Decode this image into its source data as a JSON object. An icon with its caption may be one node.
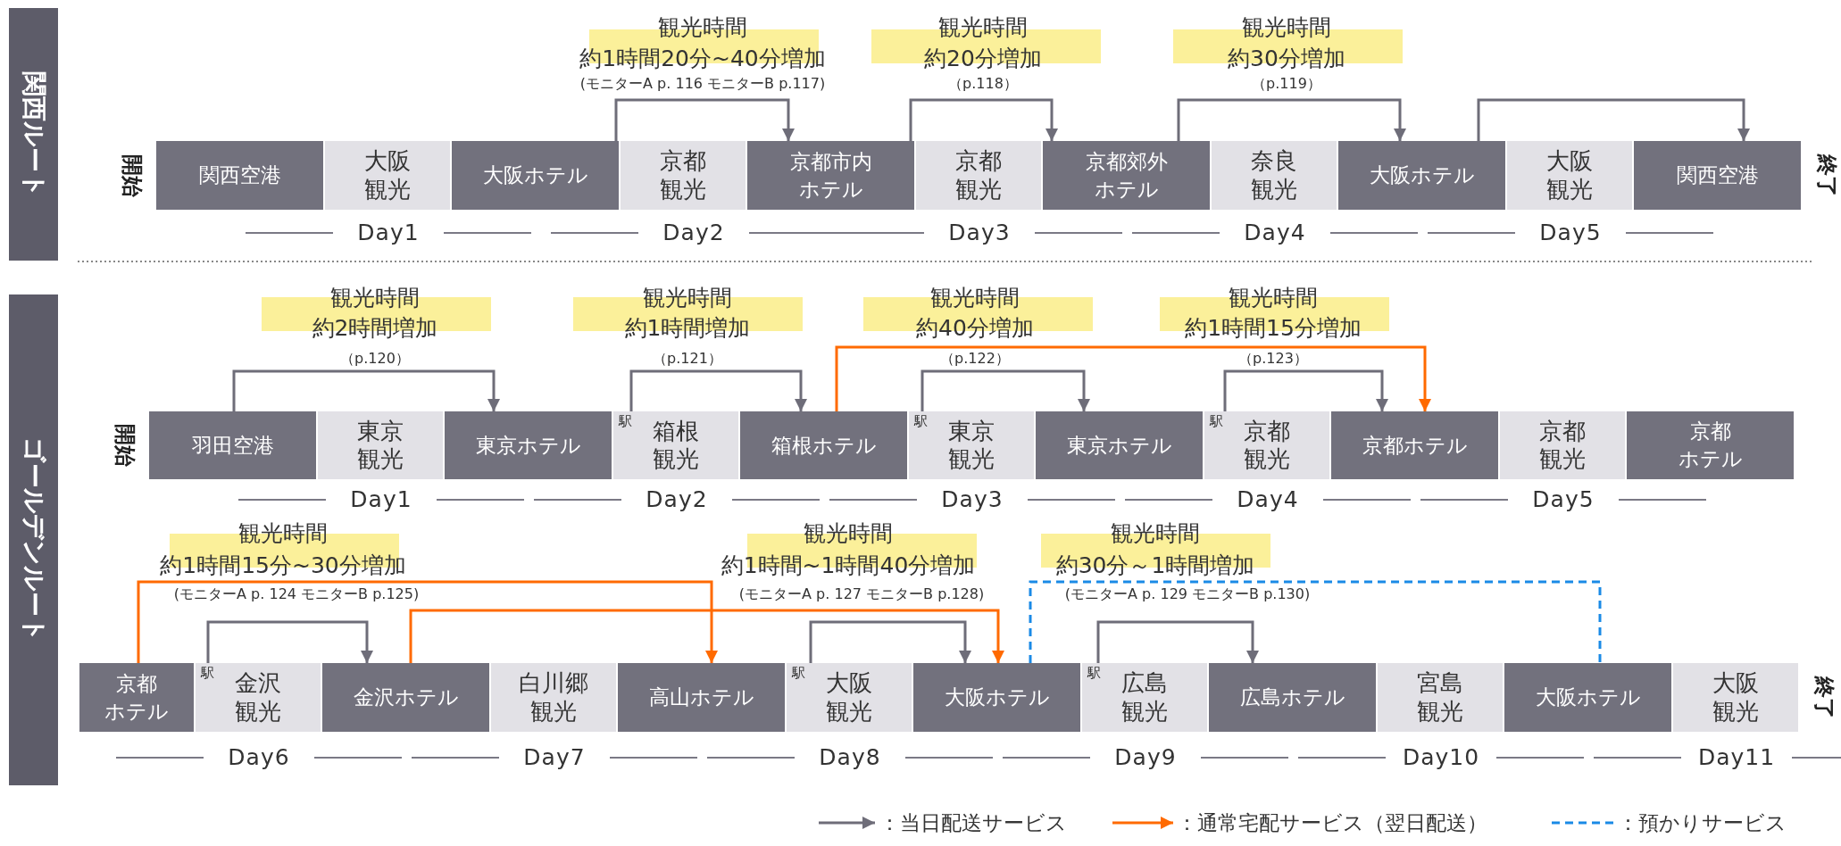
{
  "diagram": {
    "nodes": [
      {
        "text": [
          "関西ルート"
        ]
      },
      {
        "text": [
          "関西空港"
        ],
        "beside": [
          "開始"
        ]
      },
      {
        "text": [
          "大阪観光"
        ]
      },
      {
        "text": [
          "大阪ホテル"
        ]
      },
      {
        "text": [
          "京都観光"
        ]
      },
      {
        "text": [
          "京都市内ホテル"
        ]
      },
      {
        "text": [
          "京都観光"
        ]
      },
      {
        "text": [
          "京都郊外ホテル"
        ]
      },
      {
        "text": [
          "奈良観光"
        ]
      },
      {
        "text": [
          "大阪ホテル"
        ]
      },
      {
        "text": [
          "大阪観光"
        ]
      },
      {
        "text": [
          "関西空港"
        ],
        "beside": [
          "終了"
        ]
      },
      {
        "text": [
          "ゴールデンルート"
        ]
      },
      {
        "text": [
          "羽田空港"
        ],
        "beside": [
          "開始"
        ]
      },
      {
        "text": [
          "東京観光"
        ]
      },
      {
        "text": [
          "東京ホテル"
        ]
      },
      {
        "text": [
          "駅",
          "箱根観光"
        ]
      },
      {
        "text": [
          "箱根ホテル"
        ]
      },
      {
        "text": [
          "駅",
          "東京観光"
        ]
      },
      {
        "text": [
          "東京ホテル"
        ]
      },
      {
        "text": [
          "駅",
          "京都観光"
        ]
      },
      {
        "text": [
          "京都ホテル"
        ]
      },
      {
        "text": [
          "京都観光"
        ]
      },
      {
        "text": [
          "京都ホテル"
        ]
      },
      {
        "text": [
          "京都ホテル"
        ]
      },
      {
        "text": [
          "駅",
          "金沢観光"
        ]
      },
      {
        "text": [
          "金沢ホテル"
        ]
      },
      {
        "text": [
          "白川郷観光"
        ]
      },
      {
        "text": [
          "高山ホテル"
        ]
      },
      {
        "text": [
          "駅",
          "大阪観光"
        ]
      },
      {
        "text": [
          "大阪ホテル"
        ]
      },
      {
        "text": [
          "駅",
          "広島観光"
        ]
      },
      {
        "text": [
          "広島ホテル"
        ]
      },
      {
        "text": [
          "宮島観光"
        ]
      },
      {
        "text": [
          "大阪ホテル"
        ]
      },
      {
        "text": [
          "大阪観光"
        ],
        "beside": [
          "終了"
        ]
      }
    ],
    "edges": [
      {
        "from": 3,
        "to": 5,
        "arrow": "to"
      },
      {
        "from": 5,
        "to": 7,
        "arrow": "to"
      },
      {
        "from": 7,
        "to": 9,
        "arrow": "to"
      },
      {
        "from": 9,
        "to": 11,
        "arrow": "to"
      },
      {
        "from": 13,
        "to": 15,
        "arrow": "to"
      },
      {
        "from": 16,
        "to": 17,
        "arrow": "to"
      },
      {
        "from": 17,
        "to": 21,
        "arrow": "to",
        "color": "#ff6a00"
      },
      {
        "from": 18,
        "to": 19,
        "arrow": "to"
      },
      {
        "from": 20,
        "to": 21,
        "arrow": "to"
      },
      {
        "from": 24,
        "to": 28,
        "arrow": "to",
        "color": "#ff6a00"
      },
      {
        "from": 25,
        "to": 26,
        "arrow": "to"
      },
      {
        "from": 26,
        "to": 30,
        "arrow": "to",
        "color": "#ff6a00"
      },
      {
        "from": 29,
        "to": 30,
        "arrow": "to"
      },
      {
        "from": 30,
        "to": 34,
        "arrow": "none",
        "style": "dashed",
        "color": "#1a8ae6"
      },
      {
        "from": 31,
        "to": 32,
        "arrow": "to"
      }
    ],
    "labels": [
      "観光時間",
      "約1時間20分~40分増加",
      "(モニターA p. 116 モニターB p.117)",
      "観光時間",
      "約20分増加",
      "（p.118）",
      "観光時間",
      "約30分増加",
      "（p.119）",
      "Day1",
      "Day2",
      "Day3",
      "Day4",
      "Day5",
      "観光時間",
      "約2時間増加",
      "（p.120）",
      "観光時間",
      "約1時間増加",
      "（p.121）",
      "観光時間",
      "約40分増加",
      "（p.122）",
      "観光時間",
      "約1時間15分増加",
      "（p.123）",
      "Day1",
      "Day2",
      "Day3",
      "Day4",
      "Day5",
      "観光時間",
      "約1時間15分~30分増加",
      "(モニターA p. 124 モニターB p.125)",
      "観光時間",
      "約1時間~1時間40分増加",
      "(モニターA p. 127 モニターB p.128)",
      "観光時間",
      "約30分～1時間増加",
      "(モニターA p. 129 モニターB p.130)",
      "Day6",
      "Day7",
      "Day8",
      "Day9",
      "Day10",
      "Day11"
    ],
    "legend": [
      {
        "text": "：当日配送サービス"
      },
      {
        "text": "：通常宅配サービス（翌日配送）"
      },
      {
        "text": "：預かりサービス"
      }
    ]
  }
}
